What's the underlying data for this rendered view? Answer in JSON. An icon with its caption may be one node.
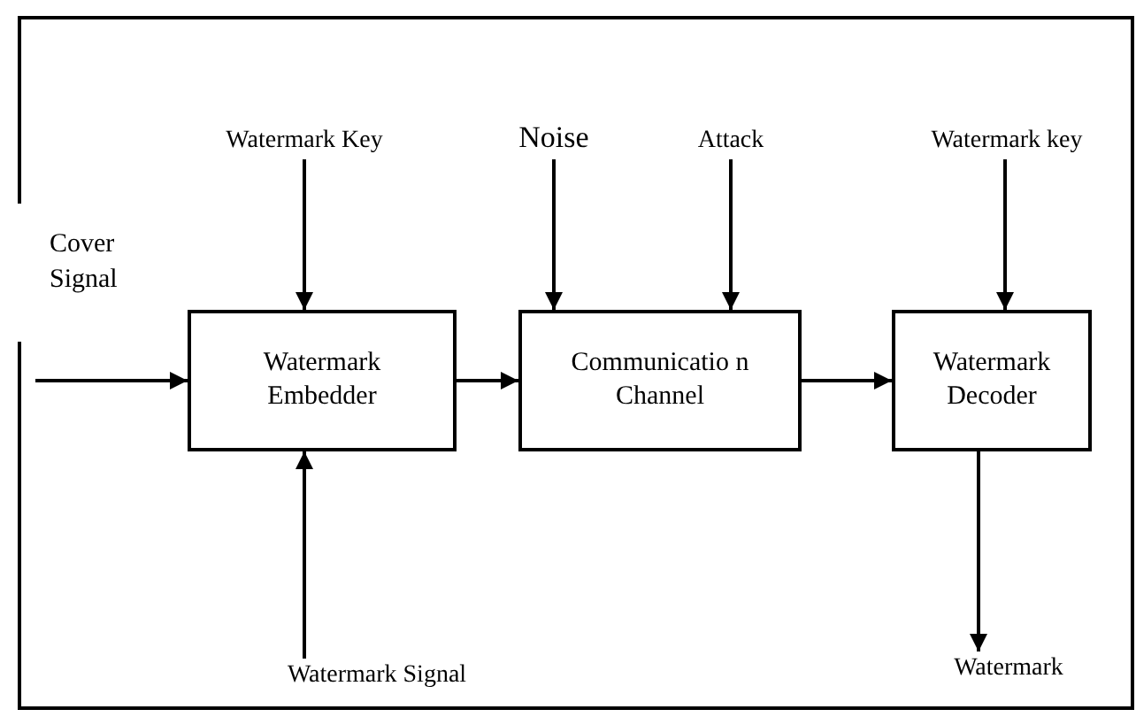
{
  "diagram": {
    "nodes": [
      {
        "text": [
          "Watermark Key"
        ]
      },
      {
        "text": [
          "Noise"
        ]
      },
      {
        "text": [
          "Attack"
        ]
      },
      {
        "text": [
          "Watermark key"
        ]
      },
      {
        "text": [
          "Watermark Embedder"
        ]
      },
      {
        "text": [
          "Communicatio n Channel"
        ]
      },
      {
        "text": [
          "Watermark Decoder"
        ]
      },
      {
        "text": [
          "Watermark Signal"
        ]
      },
      {
        "text": [
          "Watermark"
        ]
      }
    ],
    "edges": [
      {
        "from": null,
        "to": 4,
        "arrow": "to",
        "label": "Cover Signal"
      },
      {
        "from": 0,
        "to": 4,
        "arrow": "to"
      },
      {
        "from": 1,
        "to": 5,
        "arrow": "to"
      },
      {
        "from": 2,
        "to": 5,
        "arrow": "to"
      },
      {
        "from": 3,
        "to": 6,
        "arrow": "to"
      },
      {
        "from": 7,
        "to": 4,
        "arrow": "to"
      },
      {
        "from": 4,
        "to": 5,
        "arrow": "to"
      },
      {
        "from": 5,
        "to": 6,
        "arrow": "to"
      },
      {
        "from": 6,
        "to": 8,
        "arrow": "to"
      }
    ]
  }
}
